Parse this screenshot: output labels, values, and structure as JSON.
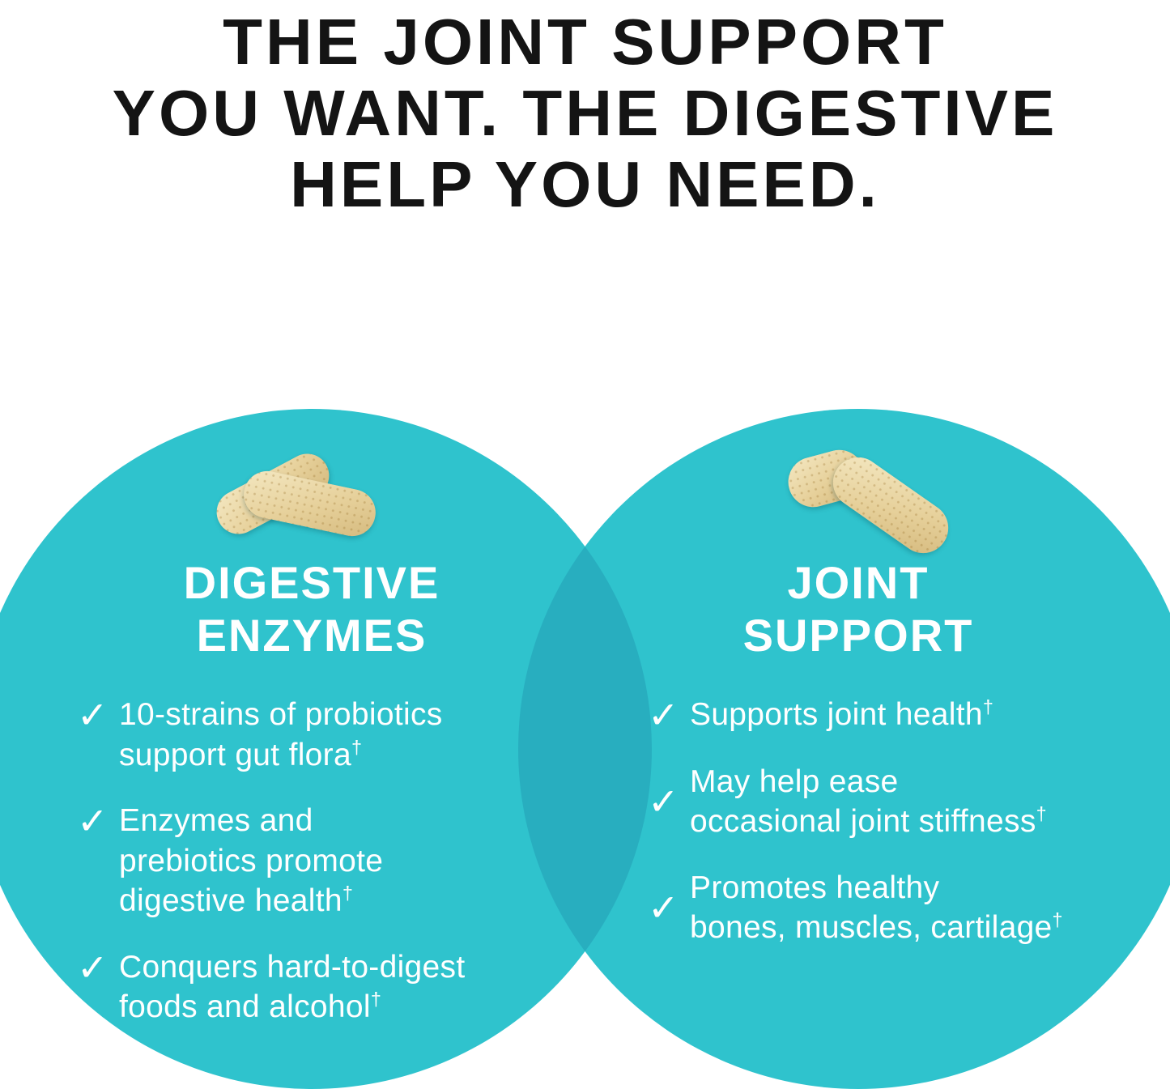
{
  "colors": {
    "circle_teal": "#2fc3cd",
    "overlap_teal": "#28aebf",
    "headline_text": "#141414",
    "circle_text": "#ffffff",
    "capsule_tan": "#e6d09a"
  },
  "headline": "THE JOINT SUPPORT\nYOU WANT. THE DIGESTIVE\nHELP YOU NEED.",
  "check": "✓",
  "left_circle": {
    "title": "DIGESTIVE\nENZYMES",
    "bullets": [
      {
        "text": "10-strains of probiotics\nsupport gut flora",
        "sup": "†"
      },
      {
        "text": "Enzymes and\nprebiotics promote\ndigestive health",
        "sup": "†"
      },
      {
        "text": "Conquers hard-to-digest\nfoods and alcohol",
        "sup": "†"
      }
    ]
  },
  "right_circle": {
    "title": "JOINT\nSUPPORT",
    "bullets": [
      {
        "text": "Supports joint health",
        "sup": "†"
      },
      {
        "text": "May help ease\noccasional joint stiffness",
        "sup": "†"
      },
      {
        "text": "Promotes healthy\nbones, muscles, cartilage",
        "sup": "†"
      }
    ]
  }
}
